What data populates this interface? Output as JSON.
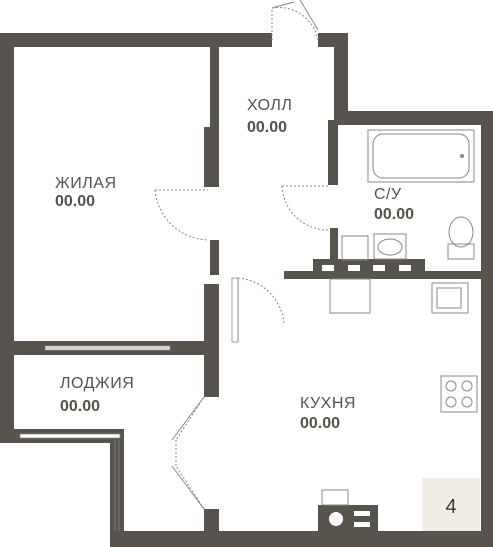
{
  "rooms": {
    "living": {
      "name": "ЖИЛАЯ",
      "area": "00.00"
    },
    "hall": {
      "name": "ХОЛЛ",
      "area": "00.00"
    },
    "bathroom": {
      "name": "С/У",
      "area": "00.00"
    },
    "loggia": {
      "name": "ЛОДЖИЯ",
      "area": "00.00"
    },
    "kitchen": {
      "name": "КУХНЯ",
      "area": "00.00"
    }
  },
  "badge": {
    "number": "4"
  },
  "colors": {
    "wall": "#57544e",
    "text": "#55524c",
    "badge_bg": "#f1ede5",
    "fixture_line": "#8a8780"
  }
}
